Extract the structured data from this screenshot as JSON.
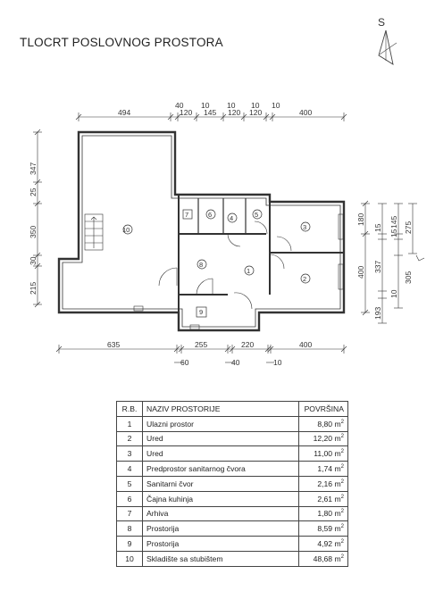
{
  "title": "TLOCRT POSLOVNOG PROSTORA",
  "north_label": "S",
  "dimensions": {
    "top": [
      "494",
      "40",
      "10",
      "10",
      "10",
      "10",
      "120",
      "145",
      "120",
      "120",
      "400"
    ],
    "bottom": [
      "635",
      "255",
      "220",
      "400",
      "60",
      "40",
      "10"
    ],
    "left": [
      "347",
      "25",
      "350",
      "30",
      "215"
    ],
    "right": [
      "180",
      "15",
      "145",
      "15",
      "275",
      "400",
      "337",
      "10",
      "305",
      "193"
    ]
  },
  "room_labels": [
    "1",
    "2",
    "3",
    "4",
    "5",
    "6",
    "7",
    "8",
    "9",
    "10"
  ],
  "table": {
    "headers": [
      "R.B.",
      "NAZIV PROSTORIJE",
      "POVRŠINA"
    ],
    "unit": "m",
    "rows": [
      {
        "rb": "1",
        "name": "Ulazni prostor",
        "area": "8,80"
      },
      {
        "rb": "2",
        "name": "Ured",
        "area": "12,20"
      },
      {
        "rb": "3",
        "name": "Ured",
        "area": "11,00"
      },
      {
        "rb": "4",
        "name": "Predprostor sanitarnog čvora",
        "area": "1,74"
      },
      {
        "rb": "5",
        "name": "Sanitarni čvor",
        "area": "2,16"
      },
      {
        "rb": "6",
        "name": "Čajna kuhinja",
        "area": "2,61"
      },
      {
        "rb": "7",
        "name": "Arhiva",
        "area": "1,80"
      },
      {
        "rb": "8",
        "name": "Prostorija",
        "area": "8,59"
      },
      {
        "rb": "9",
        "name": "Prostorija",
        "area": "4,92"
      },
      {
        "rb": "10",
        "name": "Skladište sa stubištem",
        "area": "48,68"
      }
    ]
  }
}
